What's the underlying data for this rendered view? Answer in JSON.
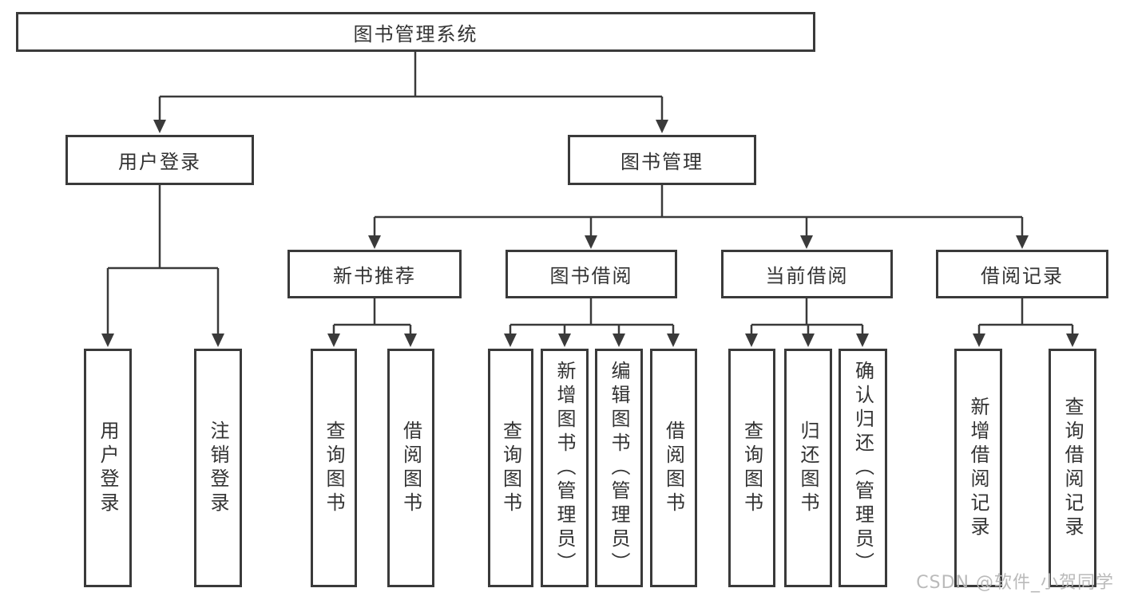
{
  "diagram": {
    "root": {
      "label": "图书管理系统"
    },
    "branches": [
      {
        "label": "用户登录",
        "children": [
          "用户登录",
          "注销登录"
        ]
      },
      {
        "label": "图书管理",
        "groups": [
          {
            "label": "新书推荐",
            "children": [
              "查询图书",
              "借阅图书"
            ]
          },
          {
            "label": "图书借阅",
            "children": [
              "查询图书",
              "新增图书（管理员）",
              "编辑图书（管理员）",
              "借阅图书"
            ]
          },
          {
            "label": "当前借阅",
            "children": [
              "查询图书",
              "归还图书",
              "确认归还（管理员）"
            ]
          },
          {
            "label": "借阅记录",
            "children": [
              "新增借阅记录",
              "查询借阅记录"
            ]
          }
        ]
      }
    ]
  },
  "watermark": {
    "text": "CSDN @软件_小贺同学"
  },
  "colors": {
    "line": "#3a3a3a",
    "border": "#3a3a3a",
    "text": "#333333",
    "watermark": "#b6b6b6",
    "background": "#ffffff"
  }
}
